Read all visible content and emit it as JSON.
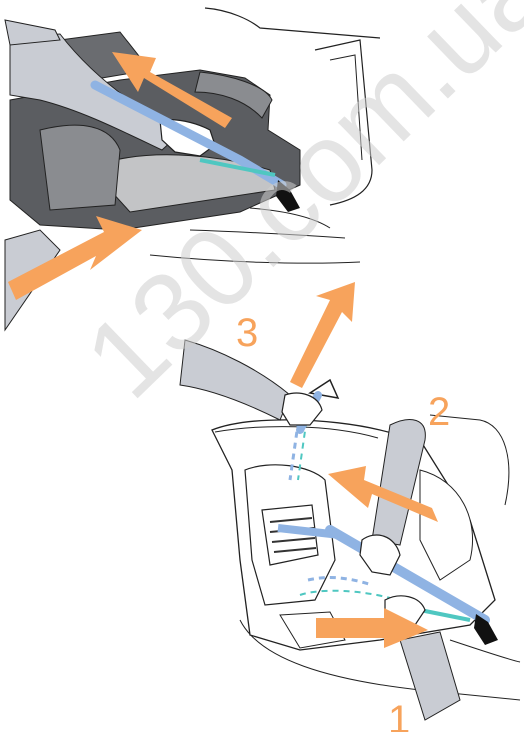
{
  "steps": {
    "one": "1",
    "two": "2",
    "three": "3"
  },
  "watermark": "130.com.ua",
  "colors": {
    "arrow": "#f7a35c",
    "belt_blue": "#8fb3e3",
    "belt_teal": "#4fc7c1",
    "sleeve": "#c9ccd3",
    "seat_dark": "#5b5d61",
    "seat_mid": "#8a8c90",
    "seat_light": "#c3c4c6",
    "outline": "#222222"
  },
  "icons": {
    "top_panel": "isofix-installation-illustration",
    "bottom_panel": "belt-tensioning-illustration",
    "arrows": "direction-arrow-icon"
  }
}
